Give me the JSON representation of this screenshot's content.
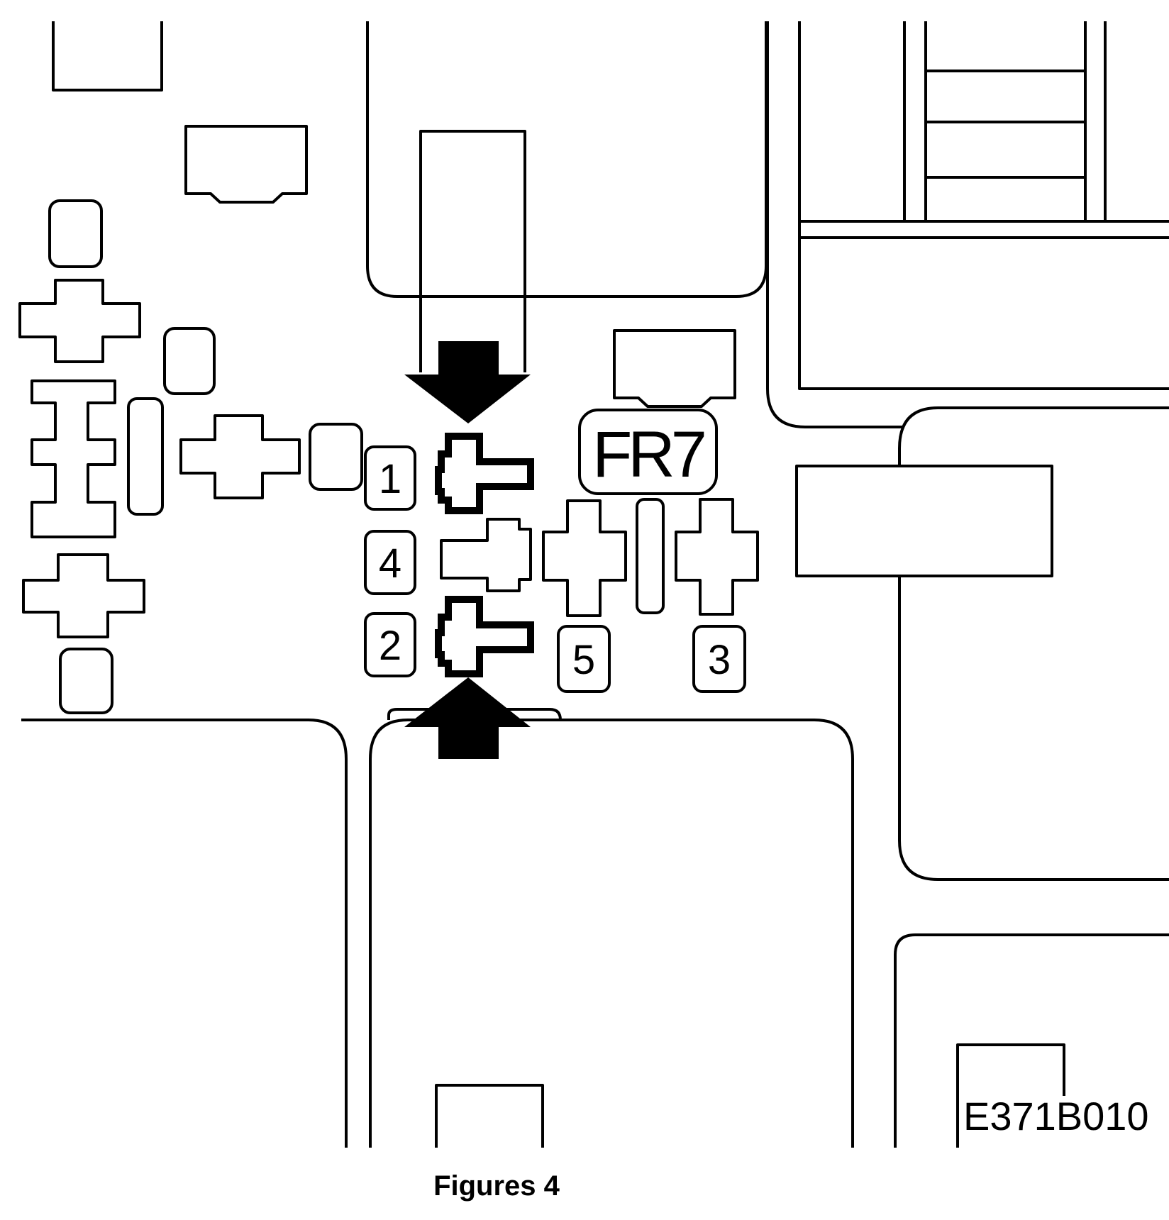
{
  "diagram": {
    "fuse_labels": {
      "f1": "1",
      "f2": "2",
      "f3": "3",
      "f4": "4",
      "f5": "5"
    },
    "relay_label": "FR7",
    "figure_code": "E371B010",
    "arrows": [
      "arrow-down-icon",
      "arrow-up-icon"
    ]
  },
  "caption": "Figures 4"
}
